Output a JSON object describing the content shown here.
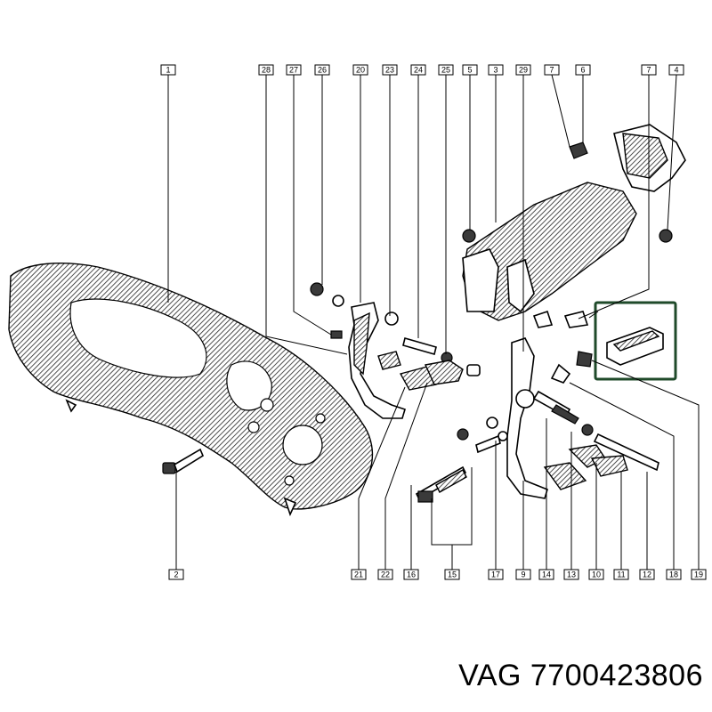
{
  "callouts_top": [
    "1",
    "28",
    "27",
    "26",
    "20",
    "23",
    "24",
    "25",
    "5",
    "3",
    "29",
    "7",
    "6",
    "7",
    "4"
  ],
  "callouts_bottom": [
    "2",
    "21",
    "22",
    "16",
    "15",
    "17",
    "9",
    "14",
    "13",
    "10",
    "11",
    "12",
    "18",
    "19"
  ],
  "caption": "VAG 7700423806",
  "highlight_color": "#1f4a2a"
}
